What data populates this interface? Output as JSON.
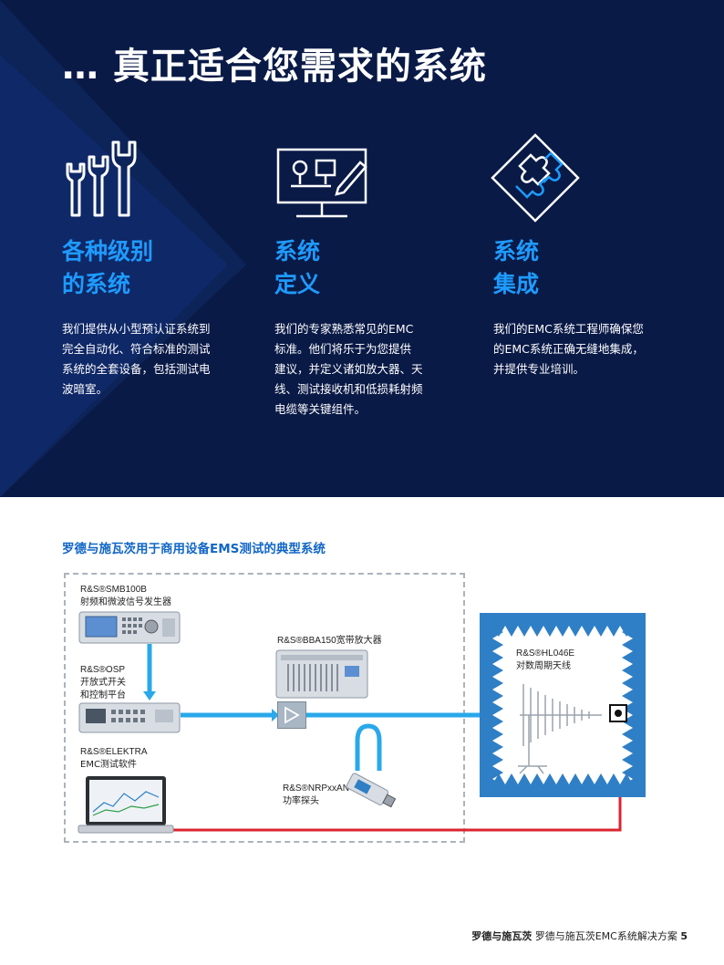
{
  "hero": {
    "title": "… 真正适合您需求的系统",
    "columns": [
      {
        "icon": "wrenches-icon",
        "heading_line1": "各种级别",
        "heading_line2": "的系统",
        "text": [
          "我们提供从小型预认证系统到",
          "完全自动化、符合标准的测试",
          "系统的全套设备，包括测试电",
          "波暗室。"
        ]
      },
      {
        "icon": "monitor-drawing-icon",
        "heading_line1": "系统",
        "heading_line2": "定义",
        "text": [
          "我们的专家熟悉常见的EMC",
          "标准。他们将乐于为您提供",
          "建议，并定义诸如放大器、天",
          "线、测试接收机和低损耗射频",
          "电缆等关键组件。"
        ]
      },
      {
        "icon": "puzzle-icon",
        "heading_line1": "系统",
        "heading_line2": "集成",
        "text": [
          "我们的EMC系统工程师确保您",
          "的EMC系统正确无缝地集成，",
          "并提供专业培训。"
        ]
      }
    ]
  },
  "diagram": {
    "title": "罗德与施瓦茨用于商用设备EMS测试的典型系统",
    "devices": {
      "smb": {
        "name": "R&S®SMB100B",
        "desc": "射频和微波信号发生器"
      },
      "osp": {
        "name": "R&S®OSP",
        "desc1": "开放式开关",
        "desc2": "和控制平台"
      },
      "elektra": {
        "name": "R&S®ELEKTRA",
        "desc": "EMC测试软件"
      },
      "bba": {
        "name": "R&S®BBA150宽带放大器"
      },
      "nrp": {
        "name": "R&S®NRPxxAN",
        "desc": "功率探头"
      },
      "hl": {
        "name": "R&S®HL046E",
        "desc": "对数周期天线"
      }
    },
    "colors": {
      "rf_line": "#29a8ea",
      "control_line": "#d9252f",
      "absorber": "#2f7fc6"
    }
  },
  "footer": {
    "brand": "罗德与施瓦茨",
    "doc": "罗德与施瓦茨EMC系统解决方案",
    "page": "5"
  }
}
